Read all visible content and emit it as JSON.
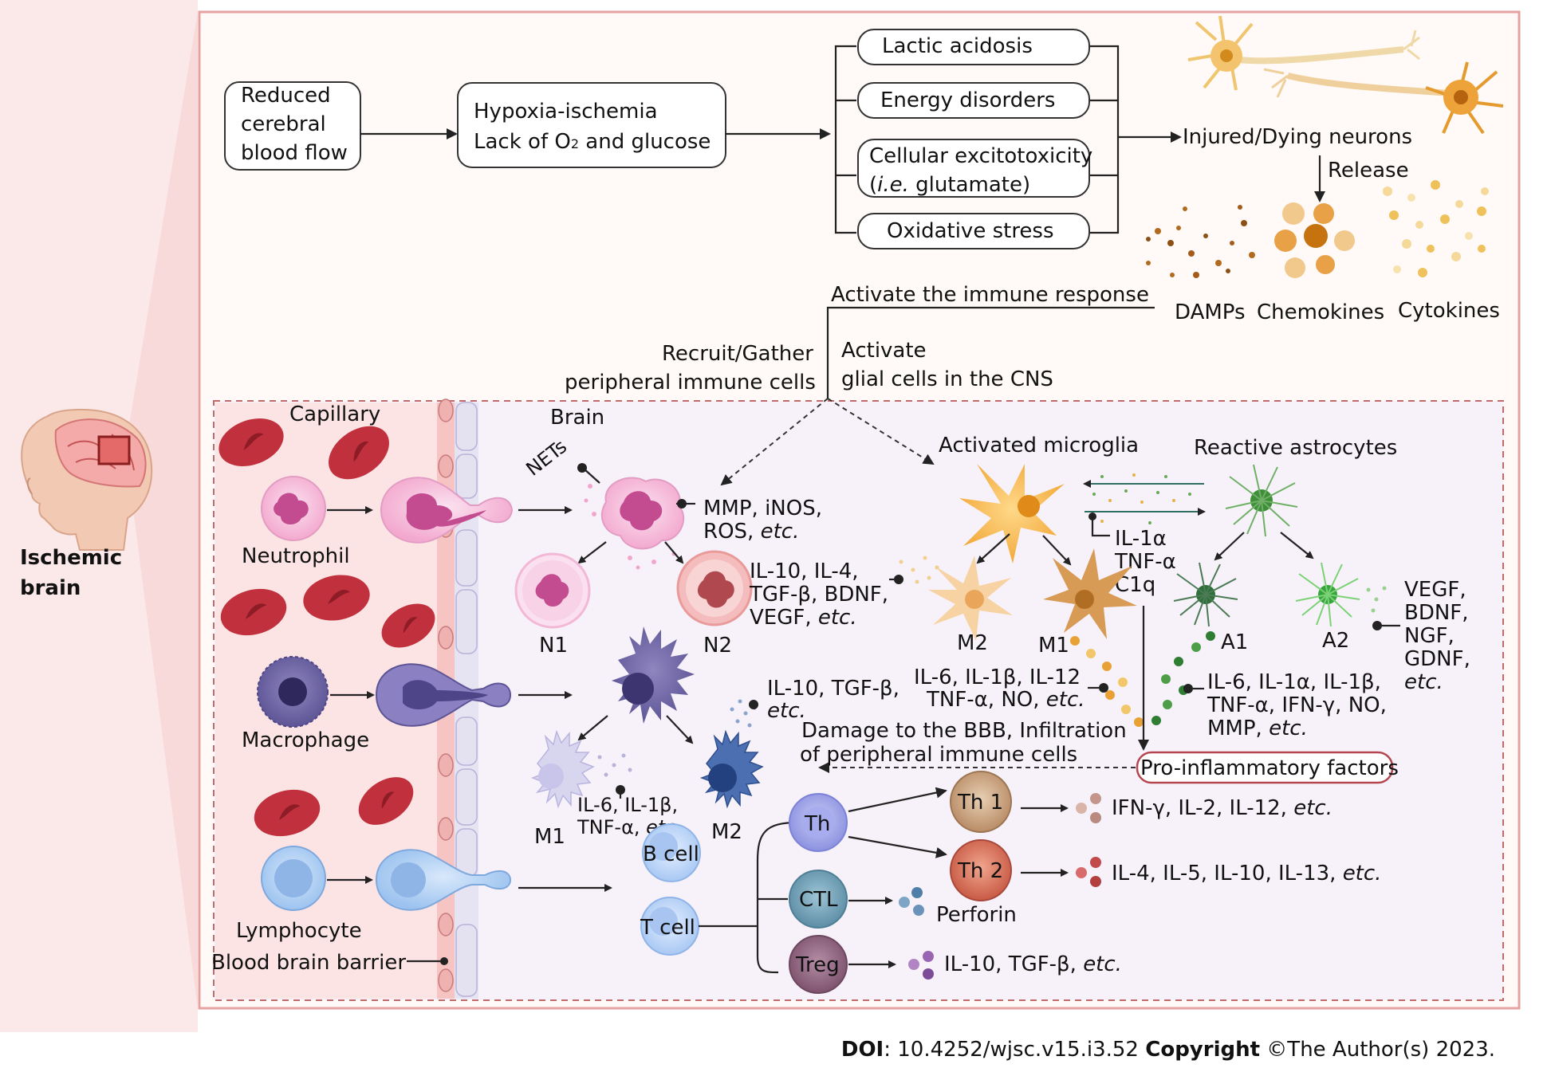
{
  "side": {
    "label_line1": "Ischemic",
    "label_line2": "brain"
  },
  "cascade": {
    "reduced_flow": [
      "Reduced",
      "cerebral",
      "blood flow"
    ],
    "hypoxia_line1": "Hypoxia-ischemia",
    "hypoxia_line2_pre": "Lack of O",
    "hypoxia_line2_sub": "2",
    "hypoxia_line2_post": " and glucose",
    "mechanisms": {
      "lactic": "Lactic acidosis",
      "energy": "Energy disorders",
      "excito_line1": "Cellular excitotoxicity",
      "excito_paren_open": "(",
      "excito_ie": "i.e.",
      "excito_rest": " glutamate)",
      "oxidative": "Oxidative stress"
    },
    "injured": "Injured/Dying neurons",
    "release": "Release",
    "damps": "DAMPs",
    "chemokines": "Chemokines",
    "cytokines": "Cytokines",
    "activate_immune": "Activate the immune response",
    "recruit_line1": "Recruit/Gather",
    "recruit_line2": "peripheral immune cells",
    "activate_glial_line1": "Activate",
    "activate_glial_line2": "glial cells in the CNS"
  },
  "vessel": {
    "capillary": "Capillary",
    "neutrophil": "Neutrophil",
    "macrophage": "Macrophage",
    "lymphocyte": "Lymphocyte",
    "bbb": "Blood brain barrier"
  },
  "brain": {
    "brain": "Brain",
    "nets": "NETs",
    "mmp_line1": "MMP, iNOS,",
    "mmp_line2_pre": "ROS, ",
    "n1": "N1",
    "n2": "N2",
    "n2_line1": "IL-10, IL-4,",
    "n2_line2": "TGF-β, BDNF,",
    "n2_line3_pre": "VEGF, ",
    "mac_m2_line1": "IL-10, TGF-β,",
    "mac_m1_line1": "IL-6, IL-1β,",
    "mac_m1_line2_pre": "TNF-α, ",
    "m1": "M1",
    "m2": "M2",
    "b_cell": "B cell",
    "t_cell": "T cell",
    "th": "Th",
    "ctl": "CTL",
    "treg": "Treg",
    "th1": "Th 1",
    "th2": "Th 2",
    "th1_out_pre": "IFN-γ, IL-2, IL-12, ",
    "th2_out_pre": "IL-4, IL-5, IL-10, IL-13, ",
    "perforin": "Perforin",
    "treg_out_pre": "IL-10, TGF-β, ",
    "etc": "etc.",
    "microglia": "Activated microglia",
    "astro": "Reactive astrocytes",
    "a_line1": "IL-1α",
    "a_line2": "TNF-α",
    "a_line3": "C1q",
    "mg_m2": "M2",
    "mg_m1": "M1",
    "a1": "A1",
    "a2": "A2",
    "m1_out_line1": "IL-6, IL-1β, IL-12",
    "m1_out_line2_pre": "TNF-α, NO, ",
    "a1_out_line1": "IL-6, IL-1α, IL-1β,",
    "a1_out_line2": "TNF-α, IFN-γ, NO,",
    "a1_out_line3_pre": "MMP, ",
    "a2_out": [
      "VEGF,",
      "BDNF,",
      "NGF,",
      "GDNF,"
    ],
    "damage_line1": "Damage to the BBB, Infiltration",
    "damage_line2": "of peripheral immune cells",
    "pro_inflam": "Pro-inflammatory factors"
  },
  "footer": {
    "doi_label": "DOI",
    "doi_value": ": 10.4252/wjsc.v15.i3.52 ",
    "copyright_label": "Copyright",
    "copyright_value": " ©The Author(s) 2023."
  },
  "colors": {
    "capillary_text": "#e05a6a",
    "neutrophil_text": "#d4458f",
    "macrophage_text": "#5a4f8f",
    "lymphocyte_text": "#3b6fb8",
    "microglia_text": "#e98a16",
    "astro_text": "#3f7d3a",
    "frame": "#e6a1a1"
  }
}
